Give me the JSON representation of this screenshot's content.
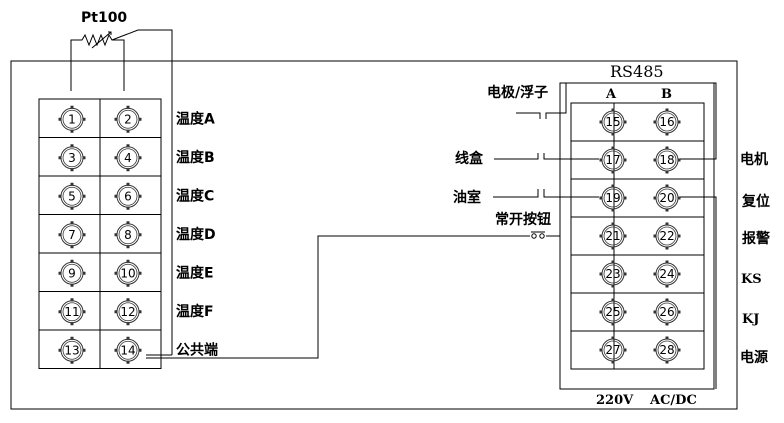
{
  "sensor": {
    "label": "Pt100"
  },
  "left_block": {
    "rows": [
      {
        "left": "1",
        "right": "2",
        "label": "温度A"
      },
      {
        "left": "3",
        "right": "4",
        "label": "温度B"
      },
      {
        "left": "5",
        "right": "6",
        "label": "温度C"
      },
      {
        "left": "7",
        "right": "8",
        "label": "温度D"
      },
      {
        "left": "9",
        "right": "10",
        "label": "温度E"
      },
      {
        "left": "11",
        "right": "12",
        "label": "温度F"
      },
      {
        "left": "13",
        "right": "14",
        "label": "公共端"
      }
    ]
  },
  "right_block": {
    "title": "RS485",
    "col_a": "A",
    "col_b": "B",
    "rows": [
      {
        "left": "15",
        "right": "16"
      },
      {
        "left": "17",
        "right": "18"
      },
      {
        "left": "19",
        "right": "20"
      },
      {
        "left": "21",
        "right": "22"
      },
      {
        "left": "23",
        "right": "24"
      },
      {
        "left": "25",
        "right": "26"
      },
      {
        "left": "27",
        "right": "28"
      }
    ],
    "right_labels": [
      "电机",
      "复位",
      "报警",
      "KS",
      "KJ",
      "电源"
    ],
    "footer_voltage": "220V",
    "footer_type": "AC/DC"
  },
  "switches": {
    "electrode": "电极/浮子",
    "box": "线盒",
    "oil": "油室",
    "button": "常开按钮"
  }
}
